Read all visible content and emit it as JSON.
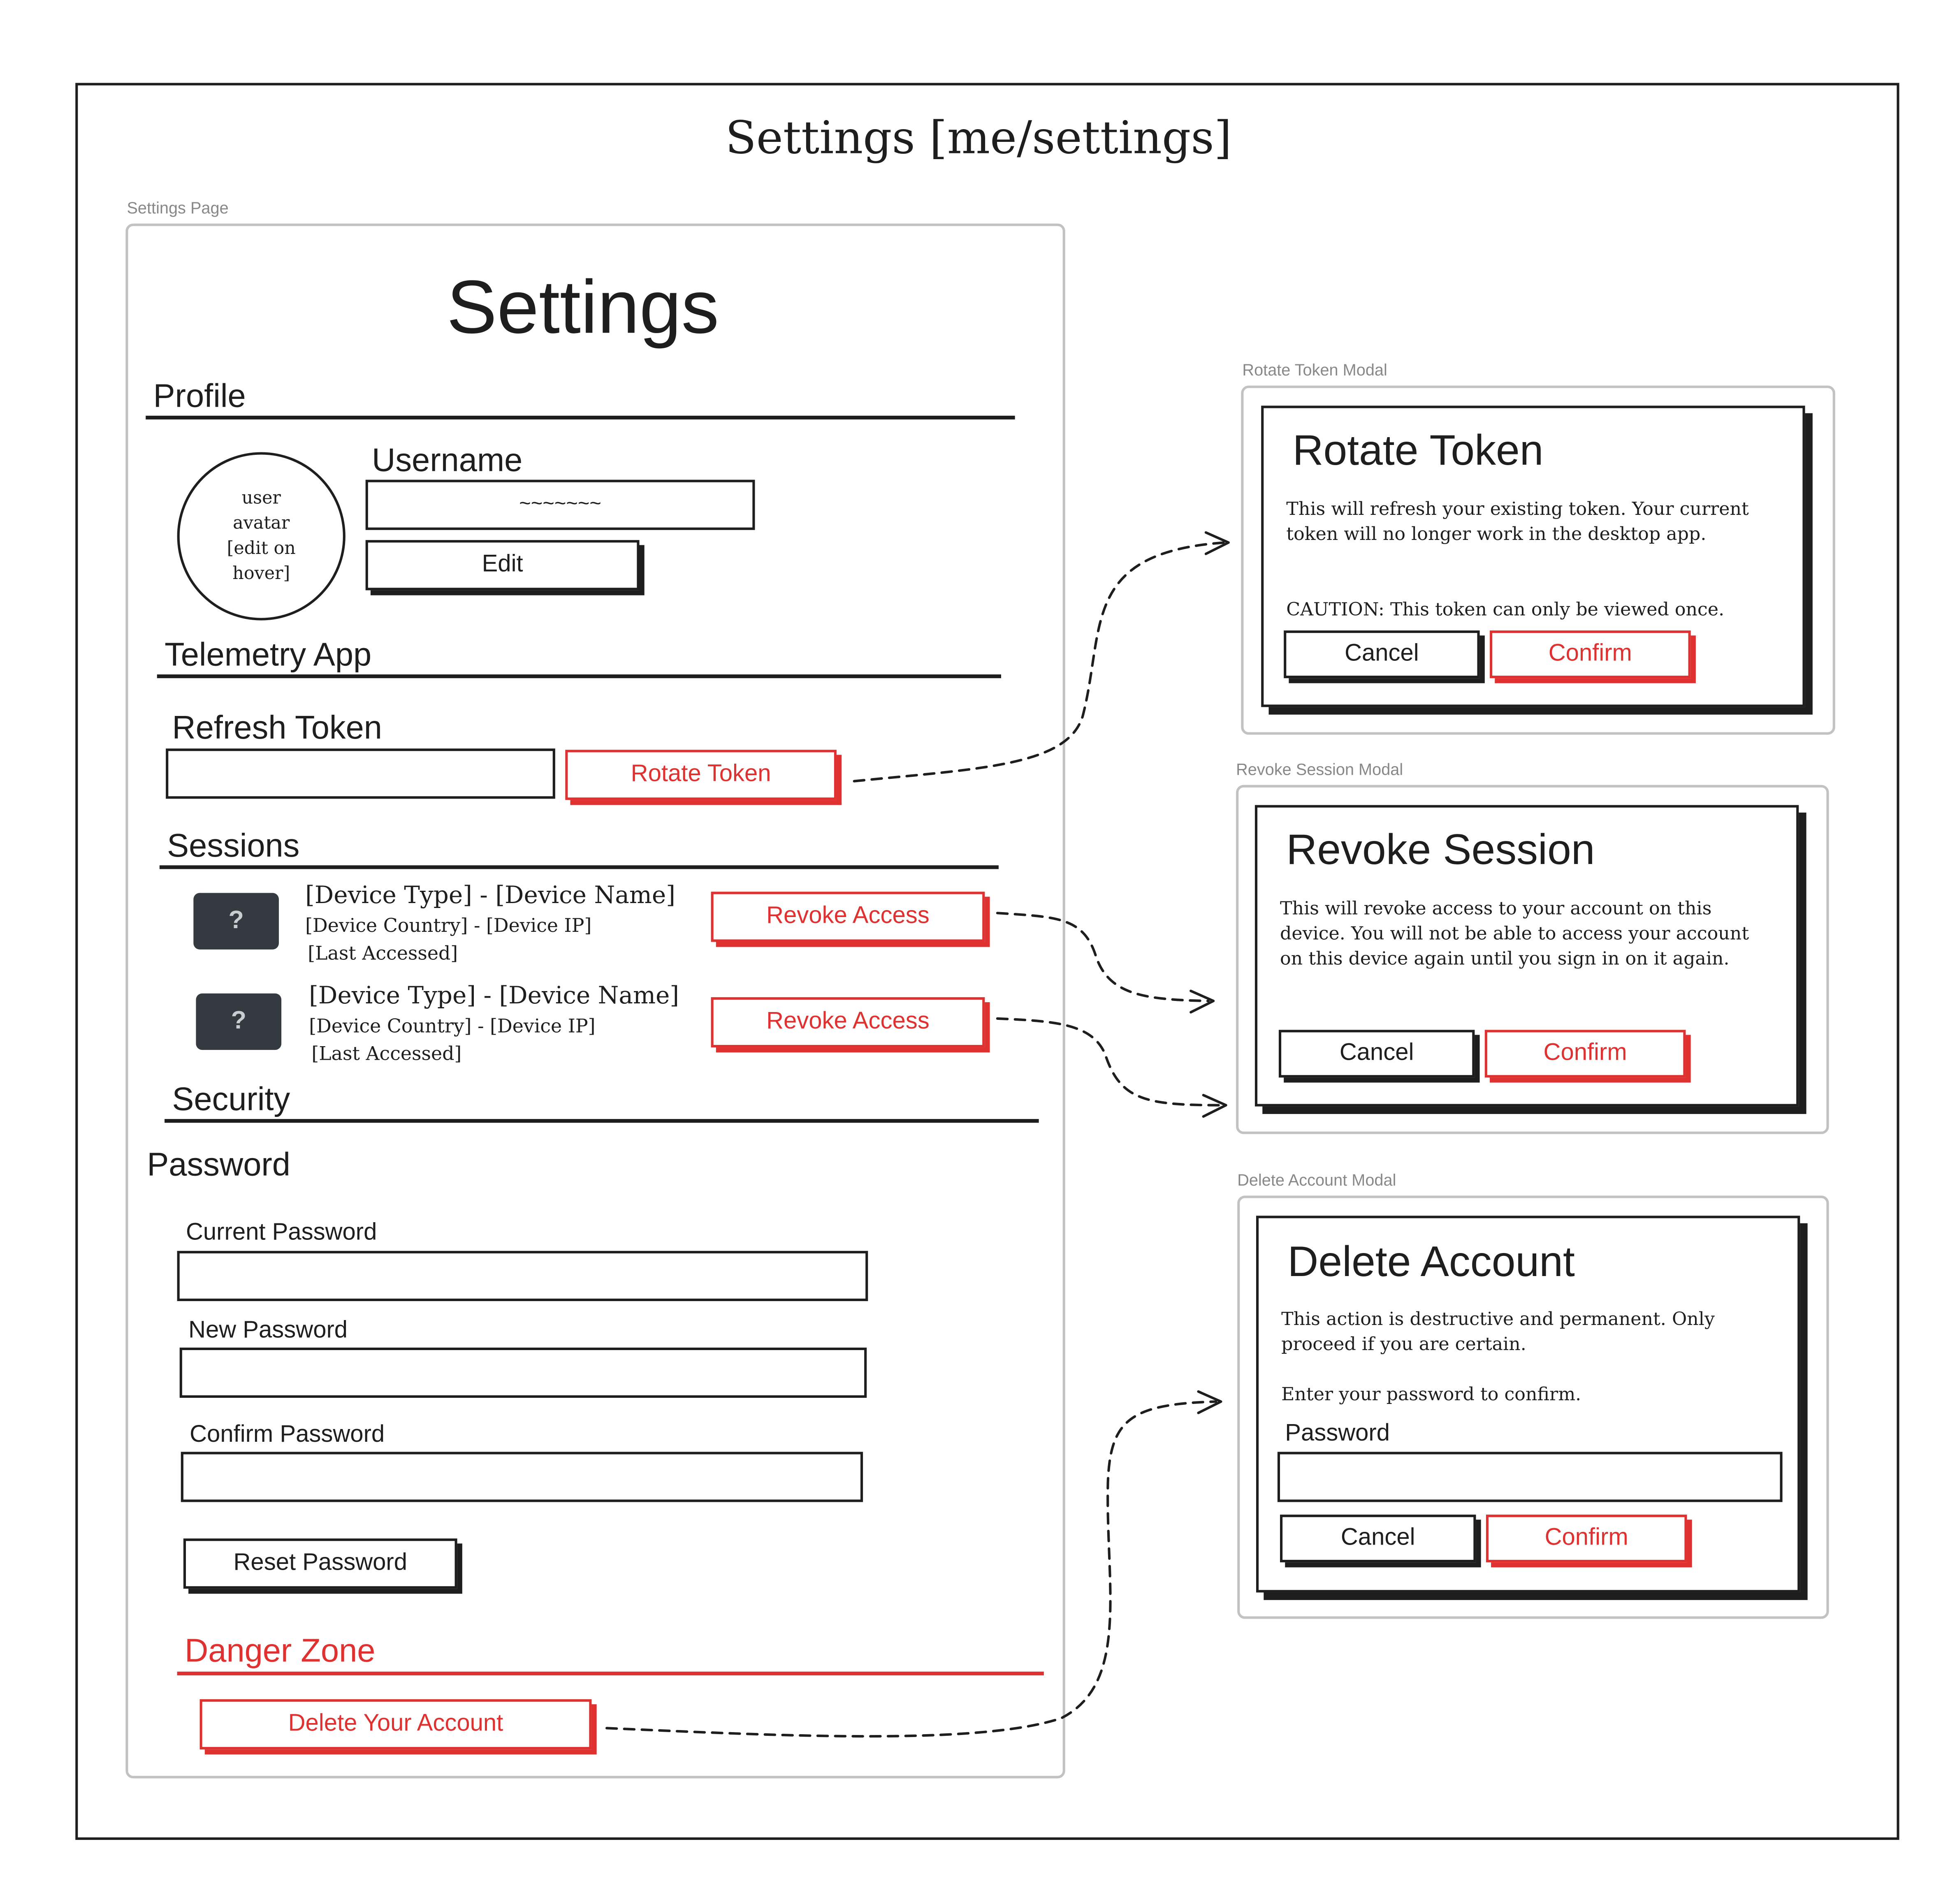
{
  "diagram_title": "Settings [me/settings]",
  "settings_page": {
    "label": "Settings Page",
    "heading": "Settings",
    "profile": {
      "header": "Profile",
      "avatar_text": "user avatar [edit on hover]",
      "username_label": "Username",
      "username_value": "~~~~~~~",
      "edit_button": "Edit"
    },
    "telemetry": {
      "header": "Telemetry App",
      "refresh_label": "Refresh Token",
      "rotate_button": "Rotate Token"
    },
    "sessions": {
      "header": "Sessions",
      "items": [
        {
          "icon": "?",
          "line1": "[Device Type] - [Device Name]",
          "line2": "[Device Country] - [Device IP]",
          "line3": "[Last Accessed]",
          "button": "Revoke Access"
        },
        {
          "icon": "?",
          "line1": "[Device Type] - [Device Name]",
          "line2": "[Device Country] - [Device IP]",
          "line3": "[Last Accessed]",
          "button": "Revoke Access"
        }
      ]
    },
    "security": {
      "header": "Security",
      "password_header": "Password",
      "current_password": "Current Password",
      "new_password": "New Password",
      "confirm_password": "Confirm Password",
      "reset_button": "Reset Password"
    },
    "danger": {
      "header": "Danger Zone",
      "delete_button": "Delete Your Account"
    }
  },
  "rotate_modal": {
    "label": "Rotate Token Modal",
    "title": "Rotate Token",
    "body": "This will refresh your existing token. Your current token will no longer work in the desktop app.",
    "caution": "CAUTION: This token can only be viewed once.",
    "cancel": "Cancel",
    "confirm": "Confirm"
  },
  "revoke_modal": {
    "label": "Revoke Session Modal",
    "title": "Revoke Session",
    "body": "This will revoke access to your account on this device. You will not be able to access your account on this device again until you sign in on it again.",
    "cancel": "Cancel",
    "confirm": "Confirm"
  },
  "delete_modal": {
    "label": "Delete Account Modal",
    "title": "Delete Account",
    "body": "This action is destructive and permanent. Only proceed if you are certain.",
    "instruction": "Enter your password to confirm.",
    "password_label": "Password",
    "cancel": "Cancel",
    "confirm": "Confirm"
  },
  "colors": {
    "ink": "#1e1e1e",
    "danger": "#e03131",
    "panel_border": "#c2c2c2",
    "label_gray": "#888888",
    "device_icon_bg": "#343a40"
  },
  "icons": {
    "device": "question-mark-icon",
    "connector": "dashed-arrow-icon"
  }
}
